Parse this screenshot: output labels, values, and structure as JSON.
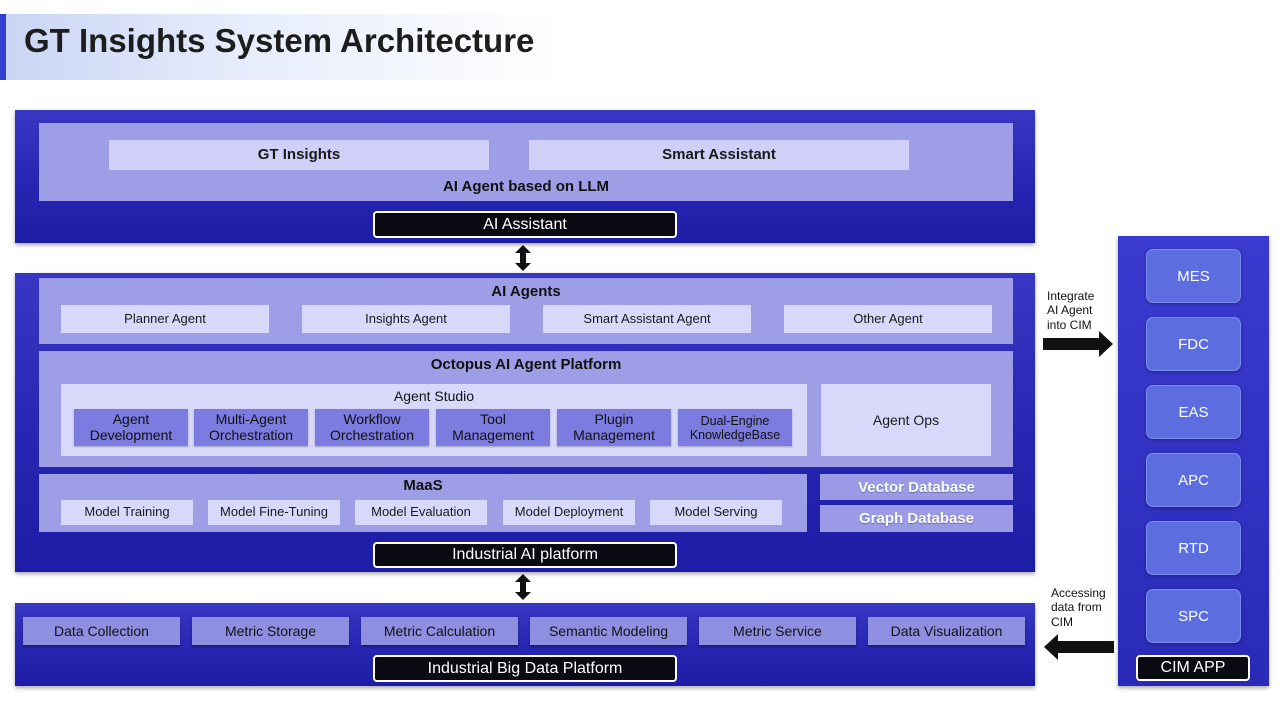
{
  "title": "GT Insights System Architecture",
  "ai_assistant_layer": {
    "apps": [
      "GT Insights",
      "Smart Assistant"
    ],
    "subtitle": "AI Agent based on LLM",
    "tag": "AI Assistant"
  },
  "industrial_ai_platform": {
    "ai_agents": {
      "title": "AI Agents",
      "items": [
        "Planner Agent",
        "Insights Agent",
        "Smart Assistant Agent",
        "Other Agent"
      ]
    },
    "octopus": {
      "title": "Octopus AI Agent Platform",
      "studio_title": "Agent Studio",
      "studio_items": [
        "Agent\nDevelopment",
        "Multi-Agent\nOrchestration",
        "Workflow\nOrchestration",
        "Tool\nManagement",
        "Plugin\nManagement",
        "Dual-Engine\nKnowledgeBase"
      ],
      "agent_ops": "Agent Ops"
    },
    "maas": {
      "title": "MaaS",
      "items": [
        "Model Training",
        "Model Fine-Tuning",
        "Model Evaluation",
        "Model Deployment",
        "Model Serving"
      ]
    },
    "databases": [
      "Vector Database",
      "Graph Database"
    ],
    "tag": "Industrial AI platform"
  },
  "big_data_platform": {
    "items": [
      "Data Collection",
      "Metric Storage",
      "Metric Calculation",
      "Semantic Modeling",
      "Metric Service",
      "Data Visualization"
    ],
    "tag": "Industrial Big Data Platform"
  },
  "cim_app": {
    "items": [
      "MES",
      "FDC",
      "EAS",
      "APC",
      "RTD",
      "SPC"
    ],
    "tag": "CIM APP"
  },
  "annotations": {
    "integrate": "Integrate\nAI Agent\ninto CIM",
    "access": "Accessing\ndata from\nCIM"
  },
  "colors": {
    "panel_blue": "#2626b2",
    "accent": "#2f3fd0",
    "cim_item": "#5c6de0"
  }
}
